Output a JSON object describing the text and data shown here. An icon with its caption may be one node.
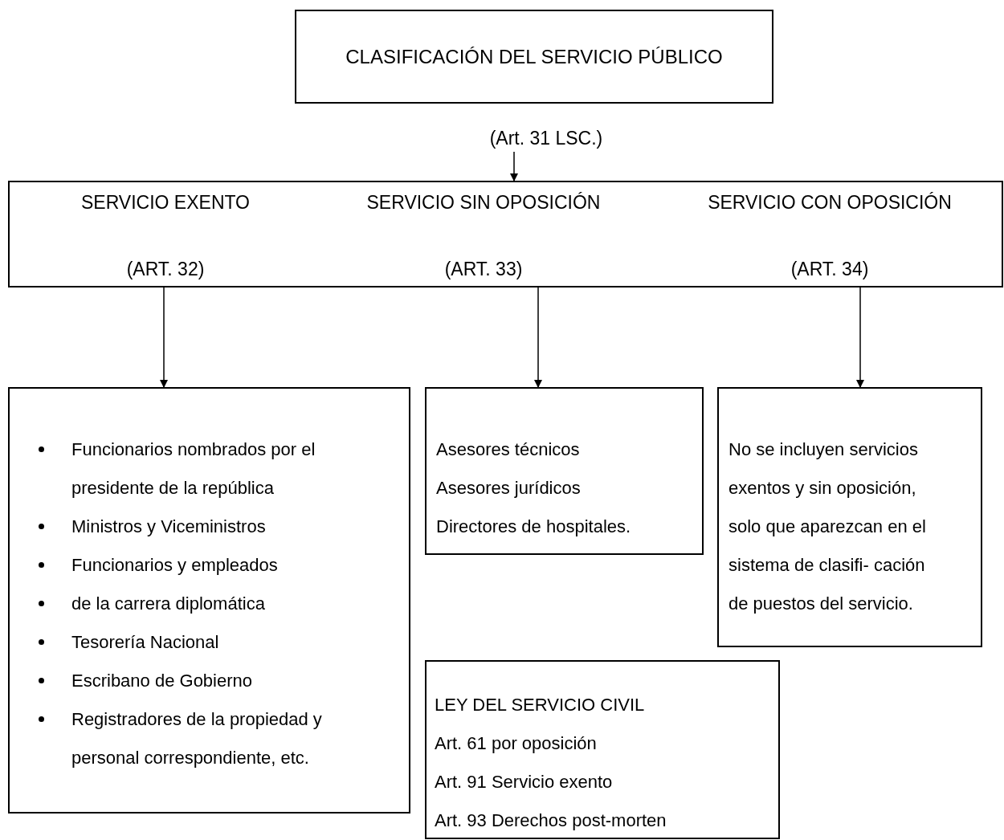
{
  "diagram": {
    "nodes": [
      {
        "text": [
          "CLASIFICACIÓN DEL SERVICIO PÚBLICO"
        ]
      },
      {
        "text": [
          "(Art. 31 LSC.)"
        ]
      },
      {
        "text": [],
        "shape": "box"
      },
      {
        "text": [
          "SERVICIO EXENTO",
          "(ART. 32)"
        ],
        "in": 2
      },
      {
        "text": [
          "SERVICIO SIN OPOSICIÓN",
          "(ART. 33)"
        ],
        "in": 2
      },
      {
        "text": [
          "SERVICIO CON OPOSICIÓN",
          "(ART. 34)"
        ],
        "in": 2
      },
      {
        "text": [
          "Funcionarios nombrados por el presidente de la república",
          "Ministros y Viceministros",
          "Funcionarios y empleados",
          "de la carrera diplomática",
          "Tesorería Nacional",
          "Escribano de Gobierno",
          "Registradores de la propiedad y personal correspondiente, etc."
        ]
      },
      {
        "text": [
          "Asesores técnicos",
          "Asesores jurídicos",
          "Directores de hospitales."
        ]
      },
      {
        "text": [
          "No se incluyen servicios exentos y sin oposición, solo que aparezcan en el sistema de clasifi- cación de puestos del servicio."
        ]
      },
      {
        "text": [
          "LEY DEL SERVICIO CIVIL",
          "Art. 61 por oposición",
          "Art. 91 Servicio exento",
          "Art. 93 Derechos post-morten"
        ]
      }
    ],
    "edges": [
      {
        "from": 1,
        "to": 2,
        "arrow": "to"
      },
      {
        "from": 3,
        "to": 6,
        "arrow": "to"
      },
      {
        "from": 4,
        "to": 7,
        "arrow": "to"
      },
      {
        "from": 5,
        "to": 8,
        "arrow": "to"
      }
    ]
  }
}
